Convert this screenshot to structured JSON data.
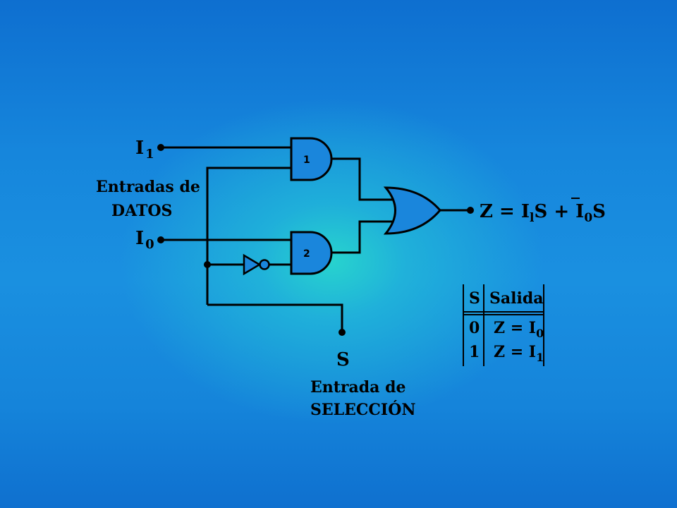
{
  "inputs": {
    "i1": {
      "main": "I",
      "sub": "1"
    },
    "i0": {
      "main": "I",
      "sub": "0"
    },
    "data_label_line1": "Entradas de",
    "data_label_line2": "DATOS"
  },
  "gates": {
    "and1_label": "1",
    "and2_label": "2"
  },
  "select": {
    "name": "S",
    "label_line1": "Entrada de",
    "label_line2": "SELECCIÓN"
  },
  "output": {
    "prefix": "Z = I",
    "sub1": "l",
    "mid": "S + I",
    "sub2": "0",
    "suffix": "S"
  },
  "truth_table": {
    "headers": [
      "S",
      "Salida"
    ],
    "rows": [
      {
        "s": "0",
        "expr": "Z = I",
        "sub": "0"
      },
      {
        "s": "1",
        "expr": "Z = I",
        "sub": "1"
      }
    ]
  },
  "colors": {
    "wire": "#000000",
    "gate_fill": "#1a86dc",
    "background_edge": "#0e6fd0",
    "background_center": "#28d7cd"
  }
}
